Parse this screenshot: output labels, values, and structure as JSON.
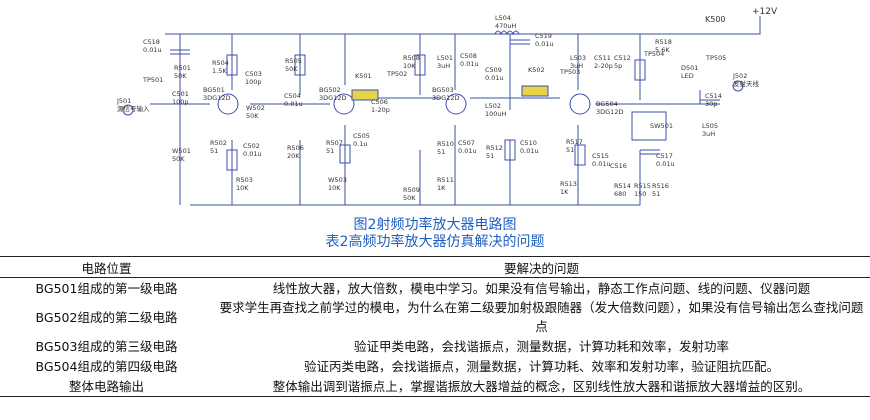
{
  "schematic": {
    "supply": "+12V",
    "switch": "K500",
    "labels": [
      "C518\n0.01u",
      "R501\n50K",
      "J501\n源信号输入",
      "TP501",
      "C501\n100p",
      "BG501\n3DG12D",
      "R504\n1.5K",
      "C503\n100p",
      "R502\n51",
      "C502\n0.01u",
      "R503\n10K",
      "W501\n50K",
      "W502\n50K",
      "C504\n0.01u",
      "R505\n50K",
      "R506\n20K",
      "BG502\n3DG12D",
      "K501",
      "TP502",
      "R507\n51",
      "C505\n0.1u",
      "W503\n10K",
      "R508\n10K",
      "L501\n3uH",
      "C506\n1-20p",
      "BG503\n3DG12D",
      "R509\n50K",
      "R510\n51",
      "R511\n1K",
      "C507\n0.01u",
      "C508\n0.01u",
      "C509\n0.01u",
      "L502\n100uH",
      "R512\n51",
      "C510\n0.01u",
      "K502",
      "TP503",
      "L504\n470uH",
      "C519\n0.01u",
      "L503\n3uH",
      "C511\n2-20p",
      "C512\n5p",
      "TP504",
      "BG504\n3DG12D",
      "R513\n1K",
      "R517\n51",
      "C515\n0.01u",
      "C516",
      "R514\n680",
      "R515\n150",
      "R516\n51",
      "C517\n0.01u",
      "SW501",
      "R518\n5.6K",
      "D501\nLED",
      "TP505",
      "J502\n发射天线",
      "C514\n30p",
      "L505\n3uH"
    ]
  },
  "caption": {
    "line1": "图2射频功率放大器电路图",
    "line2": "表2高频功率放大器仿真解决的问题"
  },
  "table": {
    "headers": [
      "电路位置",
      "要解决的问题"
    ],
    "rows": [
      {
        "position": "BG501组成的第一级电路",
        "issue": "线性放大器，放大倍数，模电中学习。如果没有信号输出，静态工作点问题、线的问题、仪器问题"
      },
      {
        "position": "BG502组成的第二级电路",
        "issue": "要求学生再查找之前学过的模电，为什么在第二级要加射极跟随器（发大倍数问题），如果没有信号输出怎么查找问题点"
      },
      {
        "position": "BG503组成的第三级电路",
        "issue": "验证甲类电路，会找谐振点，测量数据，计算功耗和效率，发射功率"
      },
      {
        "position": "BG504组成的第四级电路",
        "issue": "验证丙类电路，会找谐振点，测量数据，计算功耗、效率和发射功率，验证阻抗匹配。"
      },
      {
        "position": "整体电路输出",
        "issue": "整体输出调到谐振点上，掌握谐振放大器增益的概念，区别线性放大器和谐振放大器增益的区别。"
      }
    ]
  }
}
